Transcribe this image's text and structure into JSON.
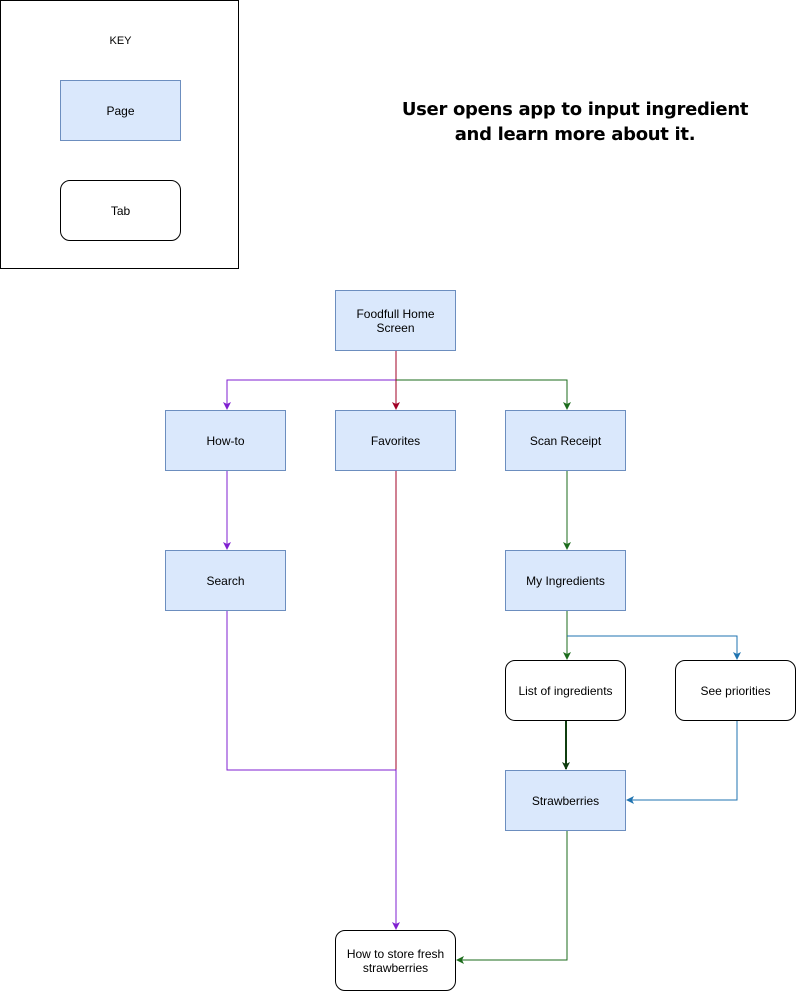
{
  "title": "User opens app to input ingredient and learn more about it.",
  "key": {
    "heading": "KEY",
    "page_label": "Page",
    "tab_label": "Tab"
  },
  "nodes": {
    "home": "Foodfull Home Screen",
    "howto": "How-to",
    "favorites": "Favorites",
    "scan_receipt": "Scan Receipt",
    "search": "Search",
    "my_ingredients": "My Ingredients",
    "list_of_ingredients": "List of ingredients",
    "see_priorities": "See priorities",
    "strawberries": "Strawberries",
    "store_strawberries": "How to store fresh strawberries"
  },
  "colors": {
    "purple": "#7f1fd1",
    "crimson": "#a20025",
    "green": "#1b6b1b",
    "blue": "#1f73b0",
    "dark_green": "#0f3d0f",
    "page_fill": "#dae8fc",
    "page_border": "#6c8ebf"
  }
}
